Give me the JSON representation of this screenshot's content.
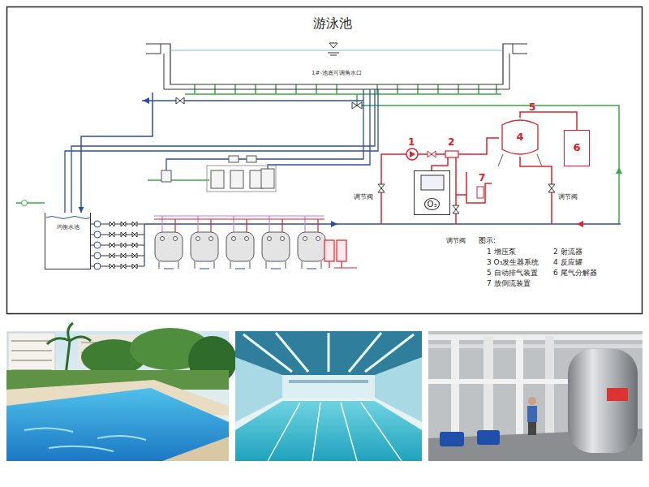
{
  "diagram": {
    "title": "游泳池",
    "nodes": [
      {
        "text": [
          "1#-池底可调角水口"
        ]
      },
      {
        "text": [
          "4"
        ]
      },
      {
        "text": [
          "6"
        ]
      },
      {
        "text": [
          "O₃"
        ]
      },
      {
        "text": [
          "均衡水池"
        ]
      }
    ],
    "edges": [
      {
        "from": 0,
        "to": 4,
        "arrow": "to"
      },
      {
        "from": 1,
        "to": 2,
        "arrow": "none"
      }
    ],
    "labels": [
      "1",
      "2",
      "5",
      "7",
      "调节阀",
      "调节阀",
      "调节阀",
      "图示:",
      "1 增压泵",
      "2 射流器",
      "3 O₃发生器系统",
      "4 反应罐",
      "5 自动排气装置",
      "6 尾气分解器",
      "7 放倒流装置"
    ]
  }
}
